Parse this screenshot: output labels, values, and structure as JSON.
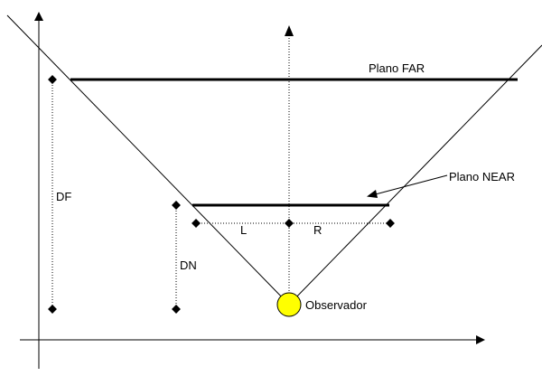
{
  "labels": {
    "far_plane": "Plano FAR",
    "near_plane": "Plano NEAR",
    "df": "DF",
    "dn": "DN",
    "left": "L",
    "right": "R",
    "observer": "Observador"
  },
  "colors": {
    "stroke": "#000000",
    "observer_fill": "#ffff00",
    "background": "#ffffff"
  }
}
